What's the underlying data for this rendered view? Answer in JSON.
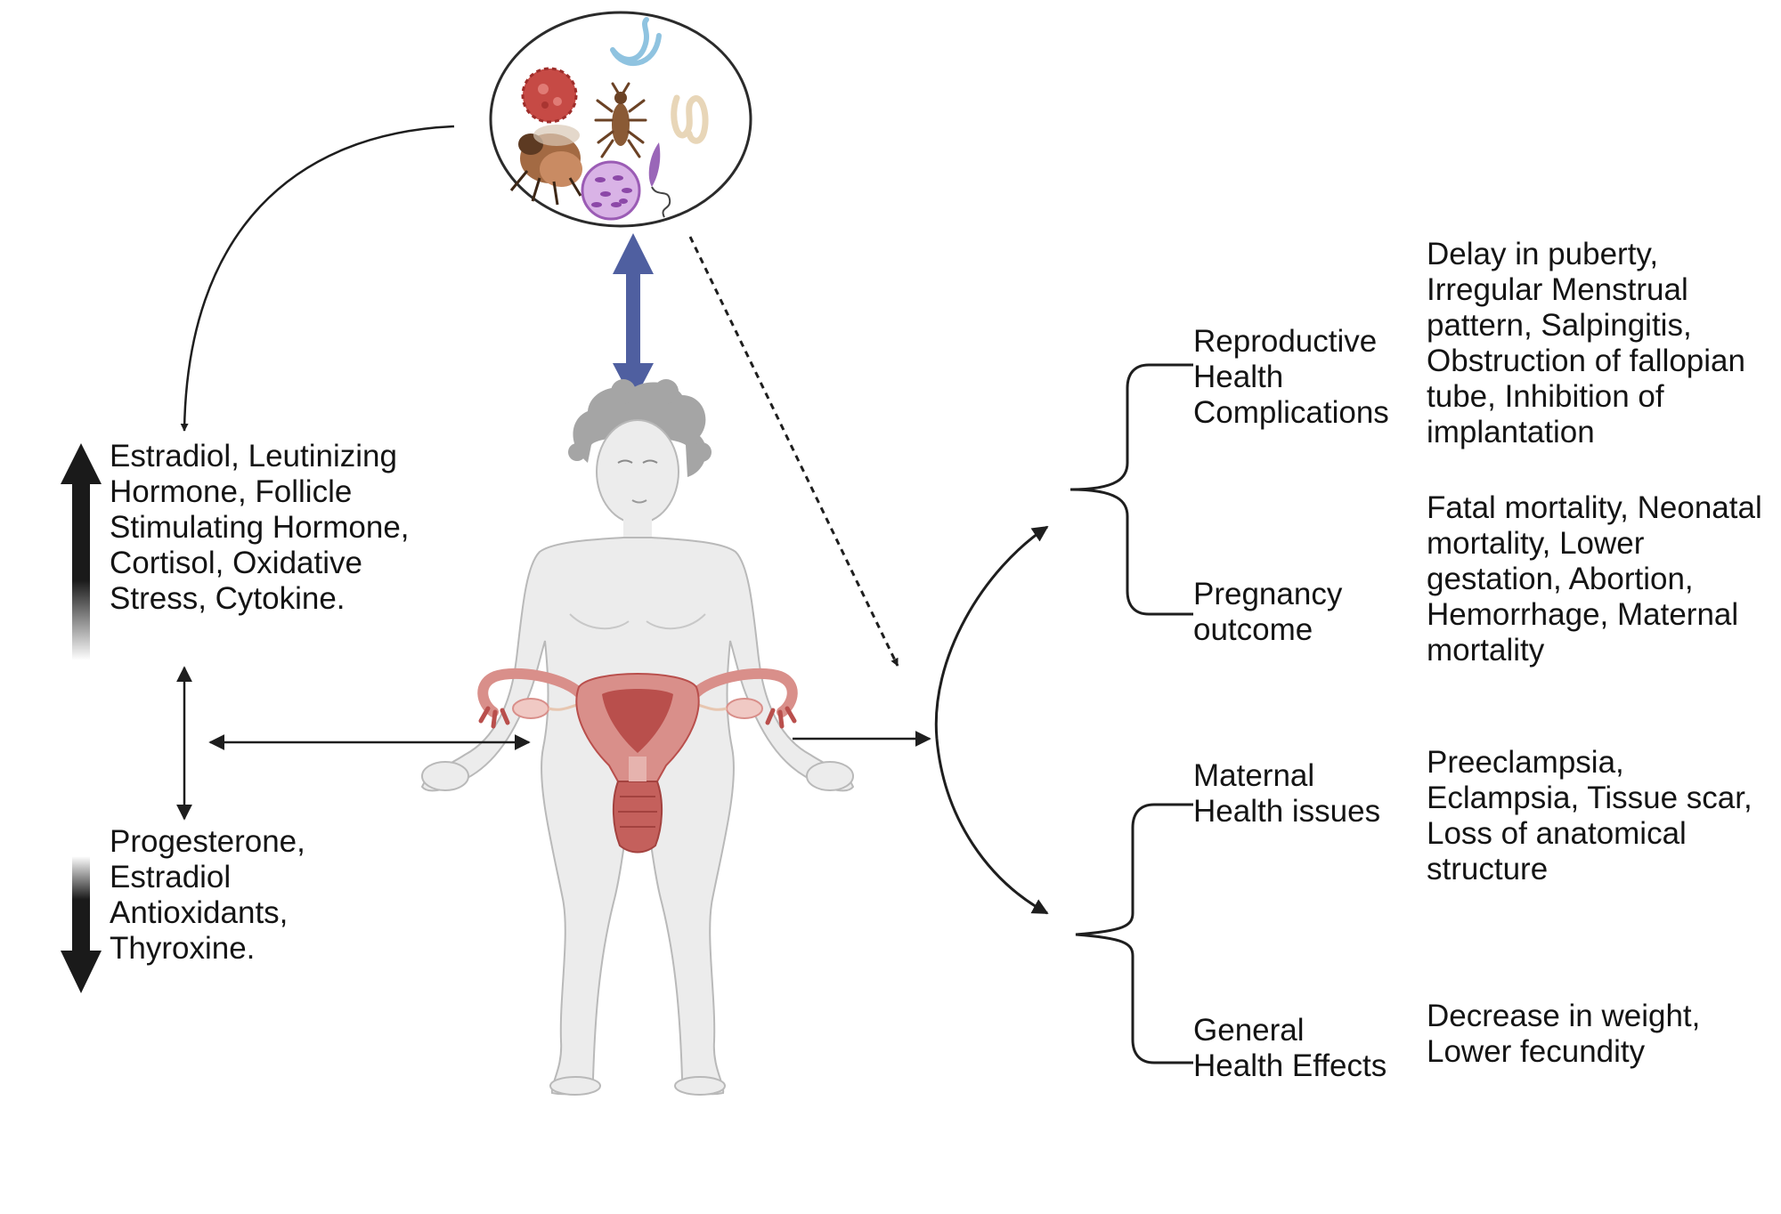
{
  "left_panel": {
    "increased_markers": "Estradiol, Leutinizing\nHormone, Follicle\nStimulating Hormone,\nCortisol, Oxidative\nStress, Cytokine.",
    "decreased_markers": "Progesterone,\nEstradiol\nAntioxidants,\nThyroxine."
  },
  "outcomes": [
    {
      "label": "Reproductive\nHealth\nComplications",
      "details": "Delay in puberty,\nIrregular Menstrual\npattern, Salpingitis,\nObstruction of fallopian\ntube, Inhibition of\nimplantation"
    },
    {
      "label": "Pregnancy\noutcome",
      "details": "Fatal mortality, Neonatal\nmortality, Lower\ngestation, Abortion,\nHemorrhage, Maternal\nmortality"
    },
    {
      "label": "Maternal\nHealth issues",
      "details": "Preeclampsia,\nEclampsia, Tissue scar,\nLoss of anatomical\nstructure"
    },
    {
      "label": "General\nHealth Effects",
      "details": "Decrease in weight,\nLower fecundity"
    }
  ],
  "colors": {
    "arrow": "#1e1e1e",
    "interaction_arrow": "#4f5fa0",
    "body_fill": "#ececec",
    "body_outline": "#b9b9b9",
    "uterus": "#d98f8a",
    "uterus_dark": "#b94f4c",
    "hair": "#a5a5a5"
  },
  "icons": [
    "pathogen-circle",
    "tick-icon",
    "worm-icon",
    "roundworm-icon",
    "red-blood-cell-icon",
    "parasite-infected-cell-icon",
    "trypanosome-icon",
    "fly-icon",
    "woman-body-icon",
    "uterus-icon"
  ]
}
